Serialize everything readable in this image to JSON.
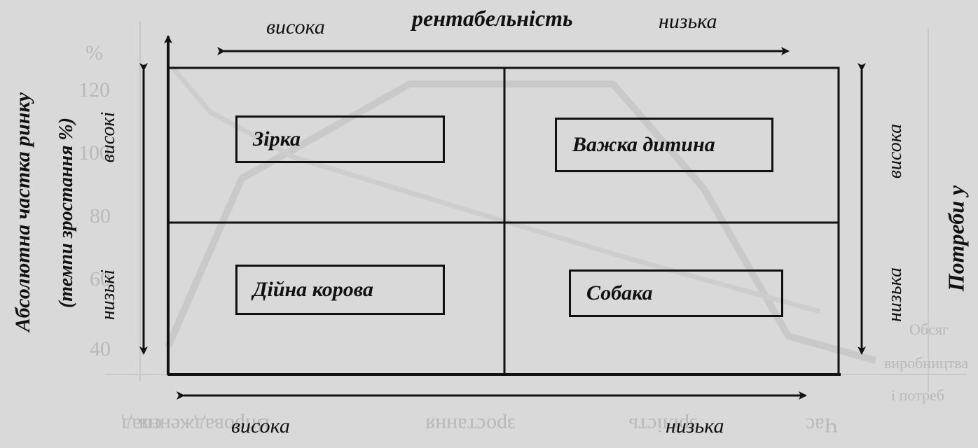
{
  "top_axis": {
    "title": "рентабельність",
    "left": "висока",
    "right": "низька"
  },
  "bottom_axis": {
    "left": "висока",
    "right": "низька"
  },
  "left_axis": {
    "title_line1": "Абсолютна частка ринку",
    "title_line2": "(темпи зростання %)",
    "top": "високі",
    "bottom": "низькі"
  },
  "right_axis": {
    "title": "Потреби у",
    "top": "висока",
    "bottom": "низька"
  },
  "quadrants": {
    "top_left": "Зірка",
    "top_right": "Важка дитина",
    "bottom_left": "Дійна корова",
    "bottom_right": "Собака"
  },
  "background_faint": {
    "y_ticks": [
      "%",
      "120",
      "100",
      "80",
      "60",
      "40"
    ],
    "x_labels": [
      "Час",
      "зрілість",
      "зростання",
      "Впровадження",
      "спад"
    ],
    "right_labels": [
      "Обсяг",
      "виробництва",
      "і потреб"
    ]
  }
}
